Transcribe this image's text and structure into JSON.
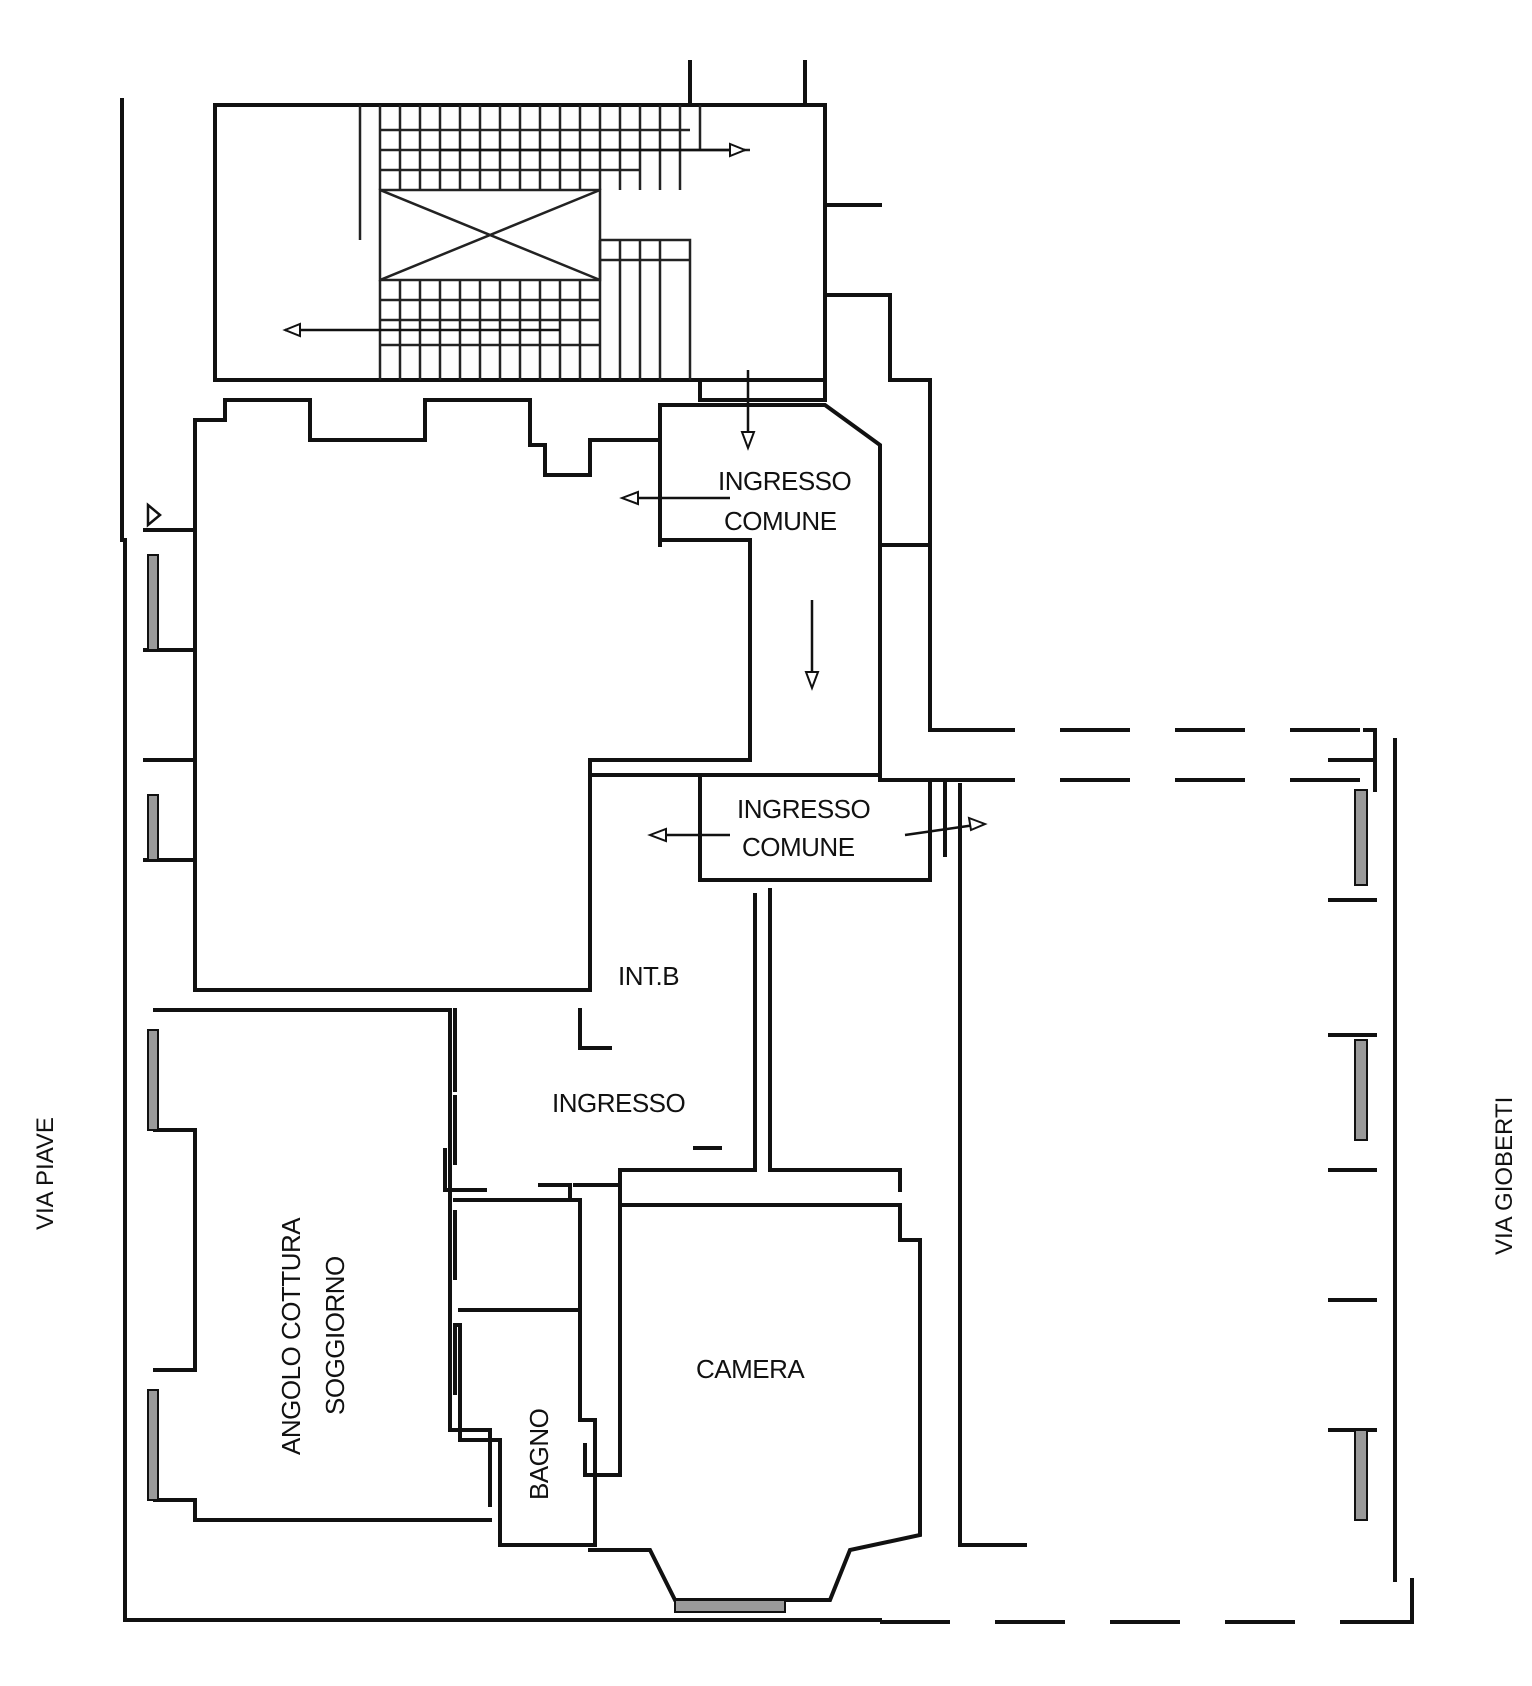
{
  "plan": {
    "rooms": {
      "ingresso_comune_1_line1": "INGRESSO",
      "ingresso_comune_1_line2": "COMUNE",
      "ingresso_comune_2_line1": "INGRESSO",
      "ingresso_comune_2_line2": "COMUNE",
      "int_b": "INT.B",
      "ingresso": "INGRESSO",
      "angolo_cottura": "ANGOLO COTTURA",
      "soggiorno": "SOGGIORNO",
      "bagno": "BAGNO",
      "camera": "CAMERA"
    },
    "streets": {
      "left": "VIA PIAVE",
      "right": "VIA GIOBERTI"
    },
    "colors": {
      "wall": "#111111",
      "window_fill": "#9a9a9a",
      "background": "#ffffff"
    }
  }
}
